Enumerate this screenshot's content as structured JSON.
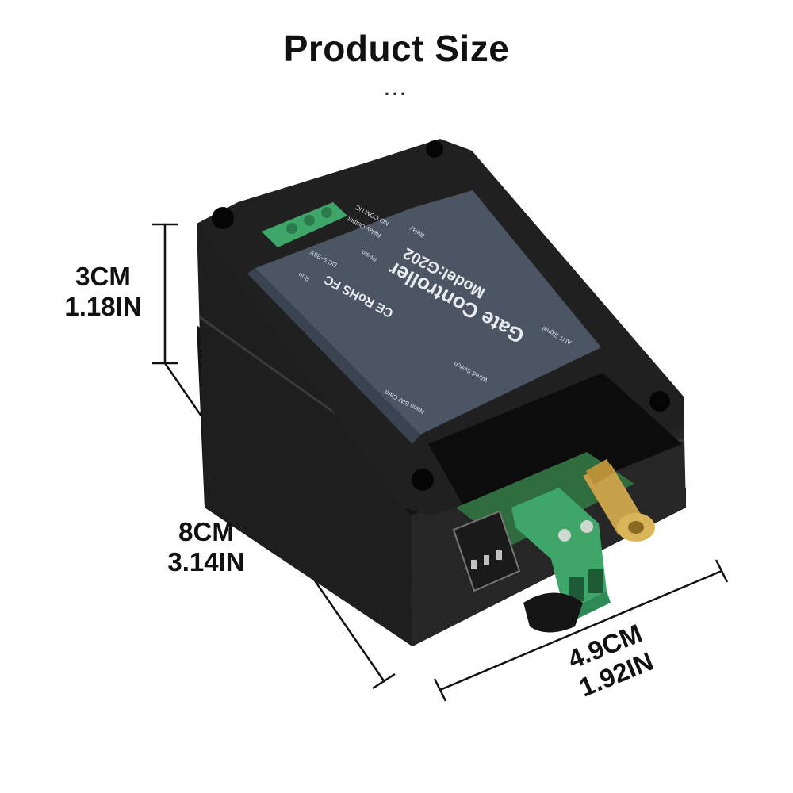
{
  "title": "Product Size",
  "subtitle": "...",
  "dimensions": {
    "height": {
      "cm": "3CM",
      "in": "1.18IN"
    },
    "length": {
      "cm": "8CM",
      "in": "3.14IN"
    },
    "width": {
      "cm": "4.9CM",
      "in": "1.92IN"
    }
  },
  "device_labels": {
    "name": "Gate Controller",
    "model": "Model:G202",
    "certs": "CE RoHS FC",
    "nano_sim": "Nano SIM Card",
    "wired_switch": "Wired Switch",
    "ant_signal": "ANT Signal",
    "dc": "DC 9~36V",
    "run": "Run",
    "relay_output": "Relay Output",
    "reset": "Reset",
    "relay": "Relay",
    "terminals": "NO COM NC"
  },
  "colors": {
    "housing": "#1a1a1a",
    "panel": "#4b5563",
    "terminal": "#3fa66a",
    "connector": "#c8a24a"
  }
}
